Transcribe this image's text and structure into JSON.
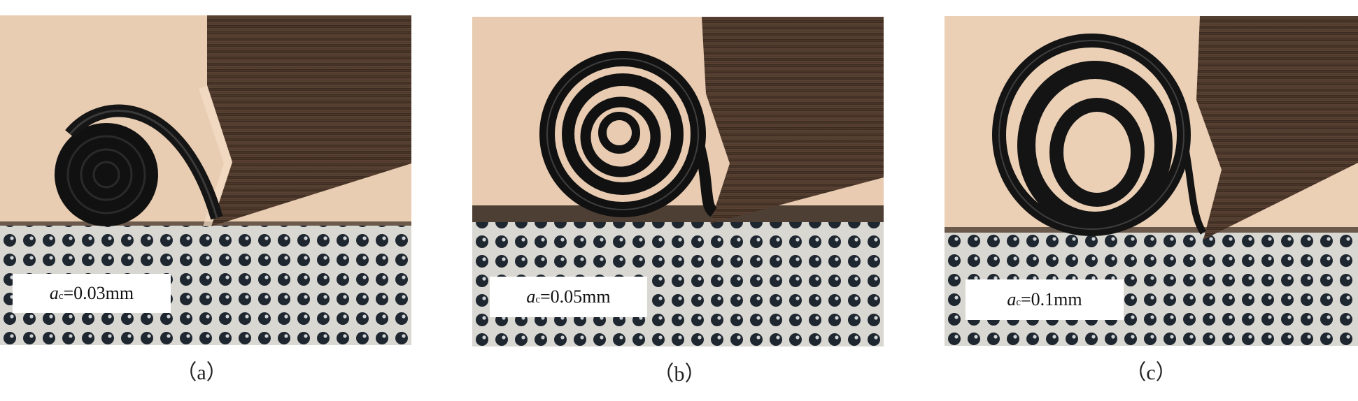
{
  "panels": [
    {
      "param_symbol": "a",
      "param_sub": "c",
      "param_value": "=0.03mm",
      "caption": "（a）"
    },
    {
      "param_symbol": "a",
      "param_sub": "c",
      "param_value": "=0.05mm",
      "caption": "（b）"
    },
    {
      "param_symbol": "a",
      "param_sub": "c",
      "param_value": "=0.1mm",
      "caption": "（c）"
    }
  ],
  "colors": {
    "background_wall": "#e9cdb2",
    "tool": "#4a3528",
    "chip": "#121212",
    "workpiece": "#d9d7d2",
    "dots": "#1e2630"
  }
}
